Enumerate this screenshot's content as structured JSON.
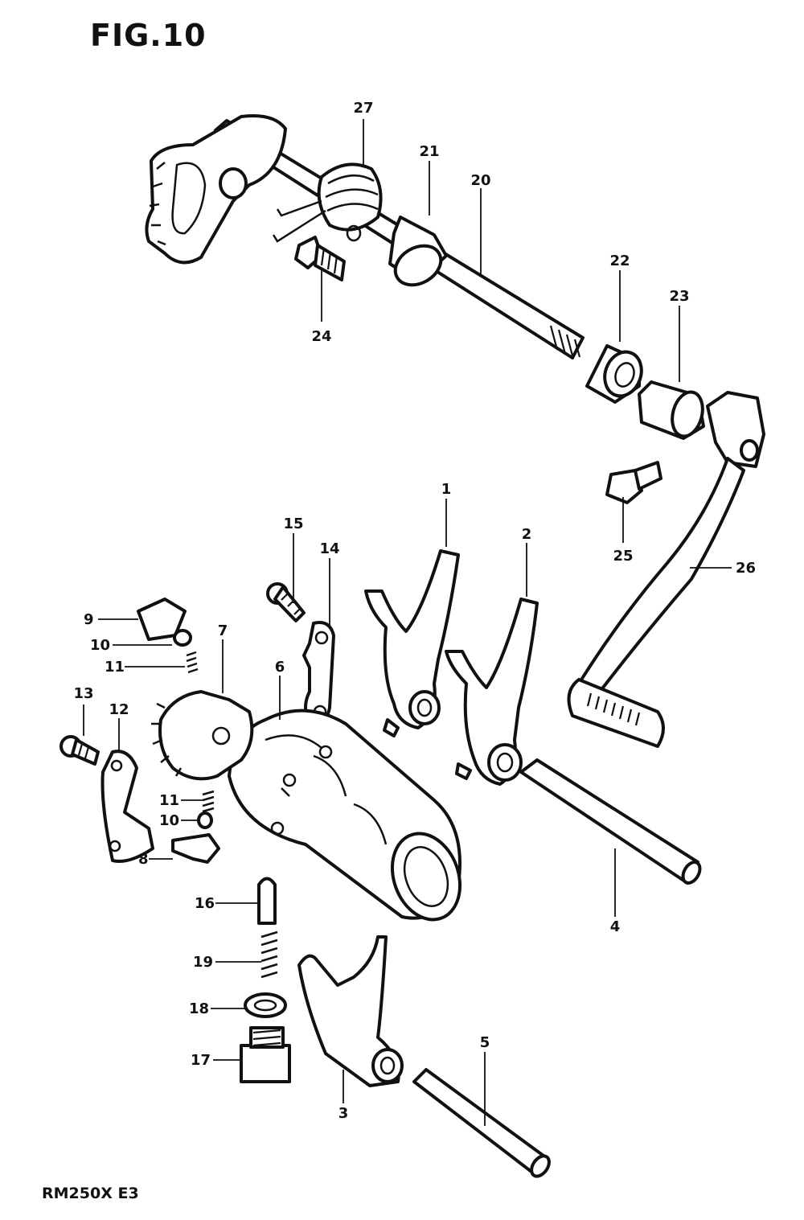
{
  "figure": {
    "title": "FIG.10",
    "model": "RM250X E3"
  },
  "callouts": [
    {
      "id": "c1",
      "label": "1"
    },
    {
      "id": "c2",
      "label": "2"
    },
    {
      "id": "c3",
      "label": "3"
    },
    {
      "id": "c4",
      "label": "4"
    },
    {
      "id": "c5",
      "label": "5"
    },
    {
      "id": "c6",
      "label": "6"
    },
    {
      "id": "c7",
      "label": "7"
    },
    {
      "id": "c8",
      "label": "8"
    },
    {
      "id": "c9",
      "label": "9"
    },
    {
      "id": "c10a",
      "label": "10"
    },
    {
      "id": "c10b",
      "label": "10"
    },
    {
      "id": "c11a",
      "label": "11"
    },
    {
      "id": "c11b",
      "label": "11"
    },
    {
      "id": "c12",
      "label": "12"
    },
    {
      "id": "c13",
      "label": "13"
    },
    {
      "id": "c14",
      "label": "14"
    },
    {
      "id": "c15",
      "label": "15"
    },
    {
      "id": "c16",
      "label": "16"
    },
    {
      "id": "c17",
      "label": "17"
    },
    {
      "id": "c18",
      "label": "18"
    },
    {
      "id": "c19",
      "label": "19"
    },
    {
      "id": "c20",
      "label": "20"
    },
    {
      "id": "c21",
      "label": "21"
    },
    {
      "id": "c22",
      "label": "22"
    },
    {
      "id": "c23",
      "label": "23"
    },
    {
      "id": "c24",
      "label": "24"
    },
    {
      "id": "c25",
      "label": "25"
    },
    {
      "id": "c26",
      "label": "26"
    },
    {
      "id": "c27",
      "label": "27"
    }
  ]
}
